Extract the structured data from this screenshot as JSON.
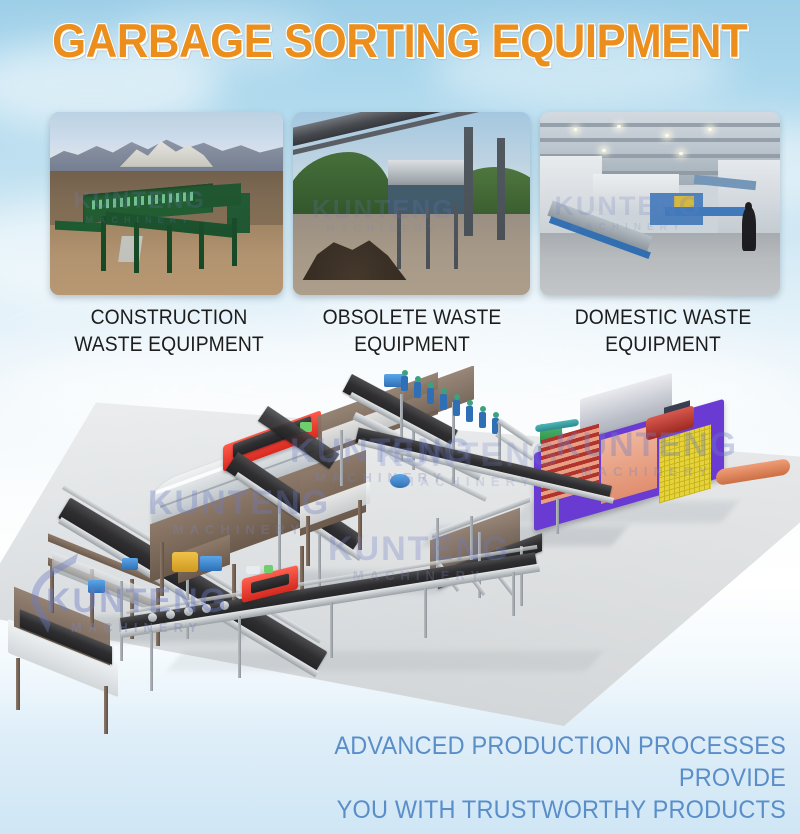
{
  "poster": {
    "title": "GARBAGE SORTING EQUIPMENT",
    "title_color": "#ec8e1c",
    "background_top_color": "#9ecfe8",
    "background_bottom_color": "#cfe6f5"
  },
  "thumbnails": [
    {
      "caption_line1": "CONSTRUCTION",
      "caption_line2": "WASTE EQUIPMENT",
      "image_alt": "outdoor construction waste sorting line with green painted machinery, mountains in background"
    },
    {
      "caption_line1": "OBSOLETE WASTE",
      "caption_line2": "EQUIPMENT",
      "image_alt": "inclined conveyor and trommel screen above a pile of dark shredded waste, green hills"
    },
    {
      "caption_line1": "DOMESTIC WASTE",
      "caption_line2": "EQUIPMENT",
      "image_alt": "indoor factory hall with blue conveyors and a worker in dark clothing"
    }
  ],
  "render": {
    "alt": "3D rendering of a complete garbage sorting production line",
    "watermark_line1": "KUNTENG",
    "watermark_line2": "MACHINERY",
    "watermark_color": "#6d7cc4",
    "machine_colors": {
      "conveyor_belt": "#2f2f31",
      "frame_brown": "#6b5a4c",
      "steel": "#b9bec2",
      "motor_blue": "#2f6fb5",
      "baler_frame_purple": "#6a3bd2",
      "baler_mesh_yellow": "#e5d33a",
      "baler_bars_red": "#b2322c",
      "baler_panel_salmon": "#e8a084",
      "feeder_red": "#e03c33",
      "worker_uniform_blue": "#2f6fb5",
      "worker_head_green": "#3aa37e",
      "floor_gray": "#d2d5d7"
    }
  },
  "tagline": {
    "line1": "ADVANCED PRODUCTION PROCESSES PROVIDE",
    "line2": "YOU WITH TRUSTWORTHY PRODUCTS",
    "color": "#5a8ec9"
  }
}
